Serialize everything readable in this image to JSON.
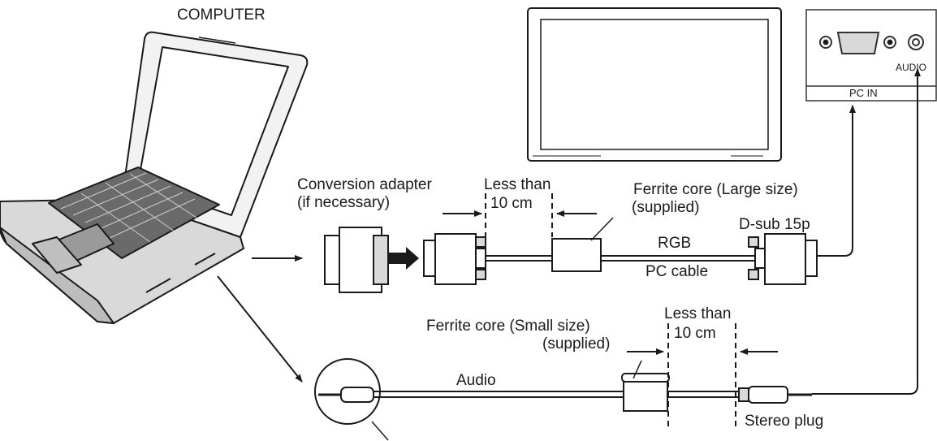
{
  "labels": {
    "computer": "COMPUTER",
    "conversion_adapter_1": "Conversion adapter",
    "conversion_adapter_2": "(if necessary)",
    "less_than_upper_1": "Less than",
    "less_than_upper_2": "10 cm",
    "ferrite_large_1": "Ferrite core (Large size)",
    "ferrite_large_2": "(supplied)",
    "dsub": "D-sub 15p",
    "rgb": "RGB",
    "pc_cable": "PC cable",
    "pc_in": "PC IN",
    "audio_port": "AUDIO",
    "ferrite_small_1": "Ferrite core (Small size)",
    "ferrite_small_2": "(supplied)",
    "less_than_lower_1": "Less than",
    "less_than_lower_2": "10 cm",
    "audio": "Audio",
    "stereo_plug": "Stereo plug"
  },
  "colors": {
    "line": "#1a1a1a",
    "fill_gray": "#d9d9d9",
    "panel_border": "#333333"
  },
  "icons": {
    "computer": "laptop-icon",
    "display": "plasma-display-icon",
    "terminal": "pc-in-terminal-panel-icon",
    "adapter": "conversion-adapter-icon",
    "ferrite": "ferrite-core-icon",
    "dsub": "d-sub-connector-icon",
    "plug": "stereo-plug-icon"
  }
}
